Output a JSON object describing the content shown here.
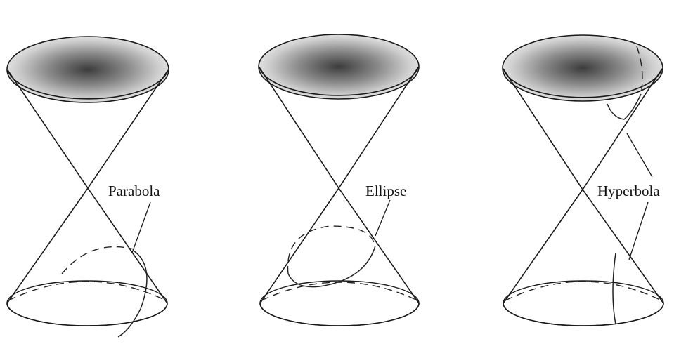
{
  "labels": {
    "parabola": "Parabola",
    "ellipse": "Ellipse",
    "hyperbola": "Hyperbola"
  }
}
